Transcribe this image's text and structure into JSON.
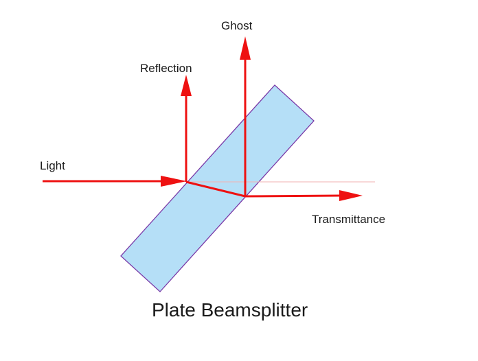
{
  "diagram": {
    "title": "Plate Beamsplitter",
    "labels": {
      "light": "Light",
      "reflection": "Reflection",
      "ghost": "Ghost",
      "transmittance": "Transmittance"
    },
    "colors": {
      "beam": "#ee1111",
      "plate_fill": "#b5dff7",
      "plate_edge": "#7a3aa8",
      "reference_line": "#f2b0b0",
      "text": "#1a1a1a"
    }
  }
}
